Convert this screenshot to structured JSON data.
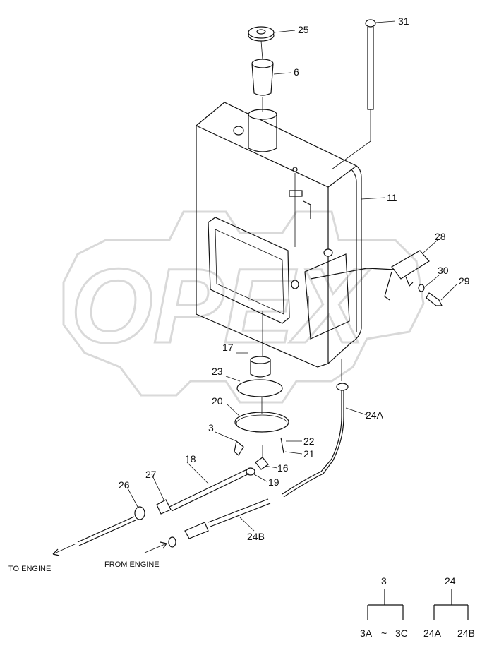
{
  "watermark": {
    "text": "OPEX",
    "color": "#d9d9d9"
  },
  "part_labels": {
    "p25": "25",
    "p6": "6",
    "p31": "31",
    "p11": "11",
    "p28": "28",
    "p30": "30",
    "p29": "29",
    "p17": "17",
    "p23": "23",
    "p20": "20",
    "p24A": "24A",
    "p3": "3",
    "p22": "22",
    "p21": "21",
    "p16": "16",
    "p19": "19",
    "p18": "18",
    "p27": "27",
    "p26": "26",
    "p24B": "24B"
  },
  "flow_labels": {
    "to_engine": "TO ENGINE",
    "from_engine": "FROM ENGINE"
  },
  "legend": {
    "group3": {
      "parent": "3",
      "left": "3A",
      "sep": "~",
      "right": "3C"
    },
    "group24": {
      "parent": "24",
      "left": "24A",
      "right": "24B"
    }
  },
  "colors": {
    "line": "#111111",
    "background": "#ffffff"
  }
}
